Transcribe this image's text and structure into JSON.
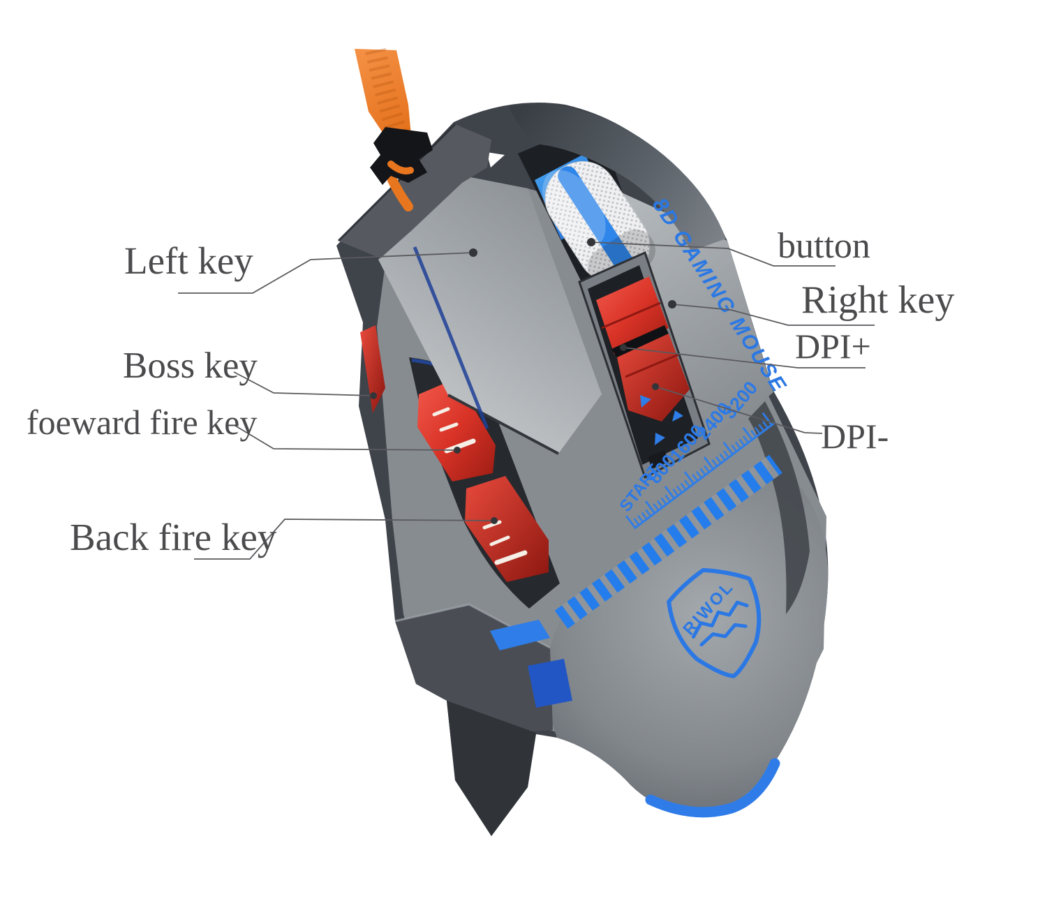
{
  "labels": {
    "left_key": "Left key",
    "button": "button",
    "right_key": "Right key",
    "dpi_plus": "DPI+",
    "dpi_minus": "DPI-",
    "boss_key": "Boss key",
    "forward_fire_key": "foeward fire key",
    "back_fire_key": "Back fire key"
  },
  "mouse": {
    "body_text": "8D GAMING MOUSE",
    "logo_text": "RIWOL",
    "dpi_scale": {
      "start": "START",
      "values": [
        "800",
        "1600",
        "2400",
        "3200"
      ]
    }
  },
  "colors": {
    "accent_blue": "#2b7ae6",
    "button_red": "#d63a2e",
    "cable_orange": "#ee7b28",
    "label_text": "#4b4b4d",
    "body_gray": "#878c91"
  }
}
